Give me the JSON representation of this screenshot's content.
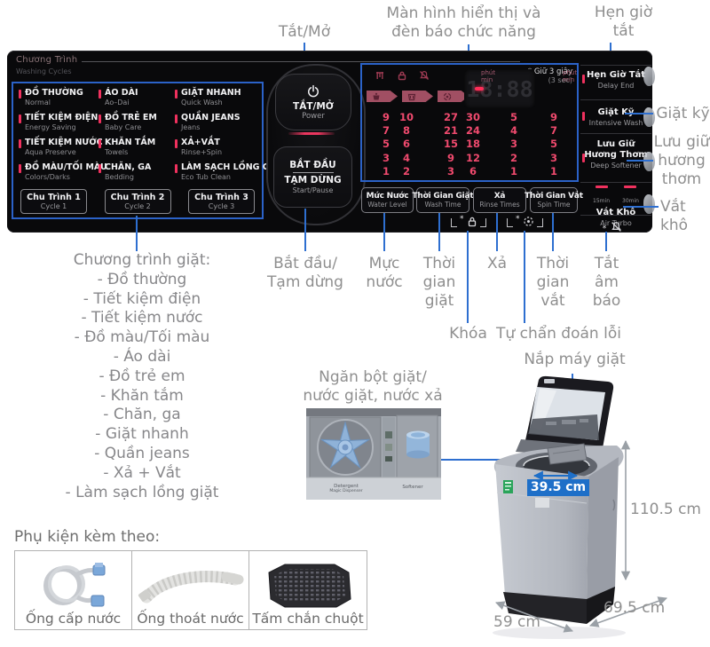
{
  "colors": {
    "accent_blue": "#2e6fd0",
    "dim_box_blue": "#1e6fc8",
    "panel_red": "#f0315e",
    "number_red": "#f04a6e",
    "annotation_grey": "#8f8f8f",
    "panel_bg": "#09090b"
  },
  "top_annotations": {
    "power": "Tắt/Mở",
    "display": [
      "Màn hình hiển thị và",
      "đèn báo chức năng"
    ],
    "delay": [
      "Hẹn giờ",
      "tắt"
    ]
  },
  "panel": {
    "section_title_vi": "Chương Trình",
    "section_title_en": "Washing Cycles",
    "cycles": [
      {
        "vi": "ĐỒ THƯỜNG",
        "en": "Normal"
      },
      {
        "vi": "TIẾT KIỆM ĐIỆN",
        "en": "Energy Saving"
      },
      {
        "vi": "TIẾT KIỆM NƯỚC",
        "en": "Aqua Preserve"
      },
      {
        "vi": "ĐỒ MÀU/TỐI MÀU",
        "en": "Colors/Darks"
      },
      {
        "vi": "ÁO DÀI",
        "en": "Ao–Dai"
      },
      {
        "vi": "ĐỒ TRẺ EM",
        "en": "Baby Care"
      },
      {
        "vi": "KHĂN TẮM",
        "en": "Towels"
      },
      {
        "vi": "CHĂN, GA",
        "en": "Bedding"
      },
      {
        "vi": "GIẶT NHANH",
        "en": "Quick Wash"
      },
      {
        "vi": "QUẦN JEANS",
        "en": "Jeans"
      },
      {
        "vi": "XẢ+VẮT",
        "en": "Rinse+Spin"
      },
      {
        "vi": "LÀM SẠCH LỒNG GIẶT",
        "en": "Eco Tub Clean"
      }
    ],
    "cycle_buttons": [
      {
        "vi": "Chu Trình 1",
        "en": "Cycle 1"
      },
      {
        "vi": "Chu Trình 2",
        "en": "Cycle 2"
      },
      {
        "vi": "Chu Trình 3",
        "en": "Cycle 3"
      }
    ],
    "power_button": {
      "vi": "TẮT/MỞ",
      "en": "Power"
    },
    "start_button": {
      "vi1": "BẮT ĐẦU",
      "vi2": "TẠM DỪNG",
      "en": "Start/Pause"
    },
    "display": {
      "hold_vi": "* Giữ 3 giây",
      "hold_en": "(3 sec)",
      "time": "18:88",
      "columns": [
        [
          9,
          7,
          5,
          3,
          1
        ],
        [
          10,
          8,
          6,
          4,
          2
        ],
        [
          27,
          21,
          15,
          9,
          3
        ],
        [
          30,
          24,
          18,
          12,
          6
        ],
        [
          5,
          4,
          3,
          2,
          1
        ],
        [
          9,
          7,
          5,
          3,
          1
        ]
      ],
      "unit_vi": "phút",
      "unit_en": "min"
    },
    "option_buttons": [
      {
        "vi": "Mức Nước",
        "en": "Water Level"
      },
      {
        "vi": "Thời Gian Giặt",
        "en": "Wash Time"
      },
      {
        "vi": "Xả",
        "en": "Rinse Times"
      },
      {
        "vi": "Thời Gian Vắt",
        "en": "Spin Time"
      }
    ],
    "right_buttons": [
      {
        "vi": "Hẹn Giờ Tắt",
        "en": "Delay End"
      },
      {
        "vi": "Giặt Kỹ",
        "en": "Intensive Wash"
      },
      {
        "vi": "Lưu Giữ Hương Thơm",
        "en": "Deep Softener"
      },
      {
        "vi": "Vắt Khô",
        "en": "Air Turbo",
        "marks": [
          "15min",
          "30min"
        ]
      }
    ]
  },
  "bottom_annotations": {
    "start": [
      "Bắt đầu/",
      "Tạm dừng"
    ],
    "water_level": [
      "Mực",
      "nước"
    ],
    "wash_time": [
      "Thời",
      "gian",
      "giặt"
    ],
    "rinse": [
      "Xả"
    ],
    "spin_time": [
      "Thời",
      "gian",
      "vắt"
    ],
    "mute": [
      "Tắt",
      "âm",
      "báo"
    ],
    "lock": "Khóa",
    "diagnosis": "Tự chẩn đoán lỗi"
  },
  "right_annotations": {
    "intensive": "Giặt kỹ",
    "softener": [
      "Lưu giữ",
      "hương",
      "thơm"
    ],
    "air_turbo": "Vắt khô"
  },
  "program_list": {
    "title": "Chương trình giặt:",
    "items": [
      "- Đồ thường",
      "- Tiết kiệm điện",
      "- Tiết kiệm nước",
      "- Đồ màu/Tối màu",
      "- Áo dài",
      "- Đồ trẻ em",
      "- Khăn tắm",
      "- Chăn, ga",
      "- Giặt nhanh",
      "- Quần jeans",
      "- Xả + Vắt",
      "- Làm sạch lồng giặt"
    ]
  },
  "detergent": {
    "label": [
      "Ngăn bột giặt/",
      "nước giặt, nước xả"
    ],
    "tray_left_1": "Detergent",
    "tray_left_2": "Magic Dispenser",
    "tray_right": "Softener"
  },
  "machine": {
    "lid_label": "Nắp máy giặt",
    "width": "39.5 cm",
    "height": "110.5 cm",
    "depth": "69.5 cm",
    "front": "59 cm"
  },
  "accessories": {
    "title": "Phụ kiện kèm theo:",
    "items": [
      "Ống cấp nước",
      "Ống thoát nước",
      "Tấm chắn chuột"
    ]
  }
}
